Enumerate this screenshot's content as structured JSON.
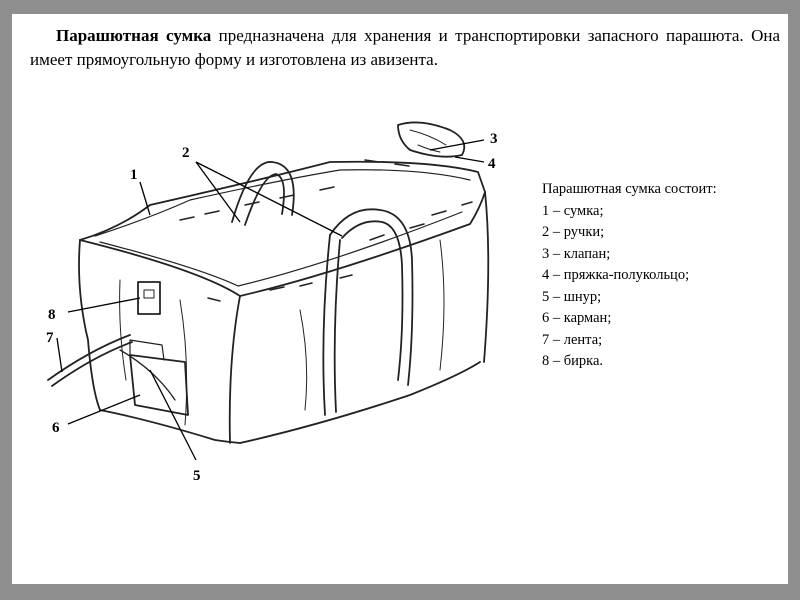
{
  "intro": {
    "term": "Парашютная сумка",
    "text": " предназначена для хранения и транспортировки запасного парашюта. Она имеет прямоугольную форму и изготовлена из авизента."
  },
  "legend": {
    "title": "Парашютная сумка состоит:",
    "items": [
      "1 – сумка;",
      "2 – ручки;",
      "3 – клапан;",
      "4 – пряжка-полукольцо;",
      "5 – шнур;",
      "6 – карман;",
      "7 – лента;",
      "8 – бирка."
    ]
  },
  "callouts": [
    "1",
    "2",
    "3",
    "4",
    "5",
    "6",
    "7",
    "8"
  ]
}
